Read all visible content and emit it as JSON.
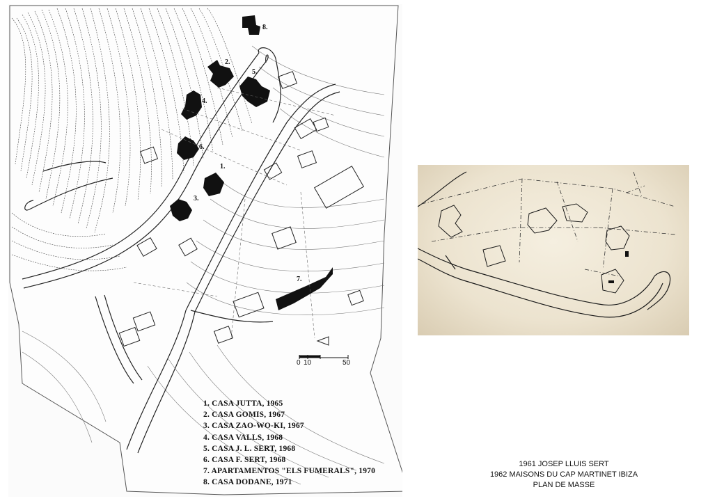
{
  "left_plan": {
    "building_labels": [
      "1.",
      "2.",
      "3.",
      "4.",
      "5.",
      "6.",
      "7.",
      "8."
    ],
    "scale": {
      "start": "0",
      "mid": "10",
      "end": "50"
    },
    "legend": [
      "1. CASA JUTTA, 1965",
      "2. CASA GOMIS, 1967",
      "3. CASA ZAO-WO-KI, 1967",
      "4. CASA VALLS, 1968",
      "5. CASA J. L. SERT, 1968",
      "6. CASA F. SERT, 1968",
      "7. APARTAMENTOS \"ELS FUMERALS\", 1970",
      "8. CASA DODANE, 1971"
    ]
  },
  "caption": {
    "line1": "1961 JOSEP  LLUIS  SERT",
    "line2": "1962 MAISONS  DU  CAP  MARTINET  IBIZA",
    "line3": "PLAN  DE  MASSE"
  }
}
